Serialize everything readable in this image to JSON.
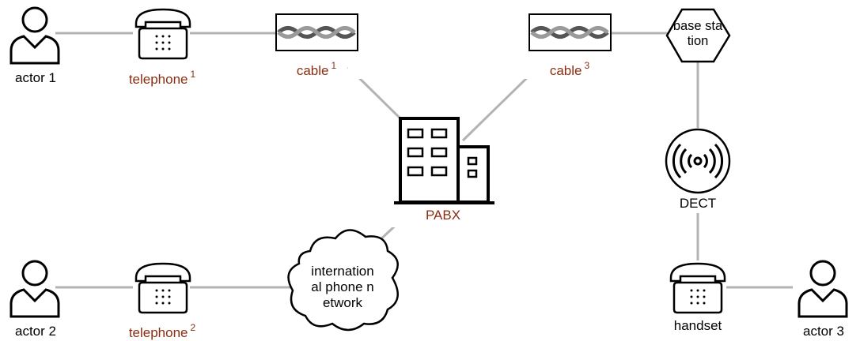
{
  "nodes": {
    "actor1": {
      "label": "actor 1"
    },
    "actor2": {
      "label": "actor 2"
    },
    "actor3": {
      "label": "actor 3"
    },
    "telephone1": {
      "label": "telephone",
      "sup": "1"
    },
    "telephone2": {
      "label": "telephone",
      "sup": "2"
    },
    "cable1": {
      "label": "cable",
      "sup": "1"
    },
    "cable3": {
      "label": "cable",
      "sup": "3"
    },
    "pabx": {
      "label": "PABX"
    },
    "base_station": {
      "line1": "base sta",
      "line2": "tion"
    },
    "dect": {
      "label": "DECT"
    },
    "handset": {
      "label": "handset"
    },
    "network": {
      "line1": "internation",
      "line2": "al phone n",
      "line3": "etwork"
    }
  },
  "colors": {
    "edge": "#b3b3b3",
    "accent_label": "#8b2e12",
    "stroke": "#000000"
  }
}
